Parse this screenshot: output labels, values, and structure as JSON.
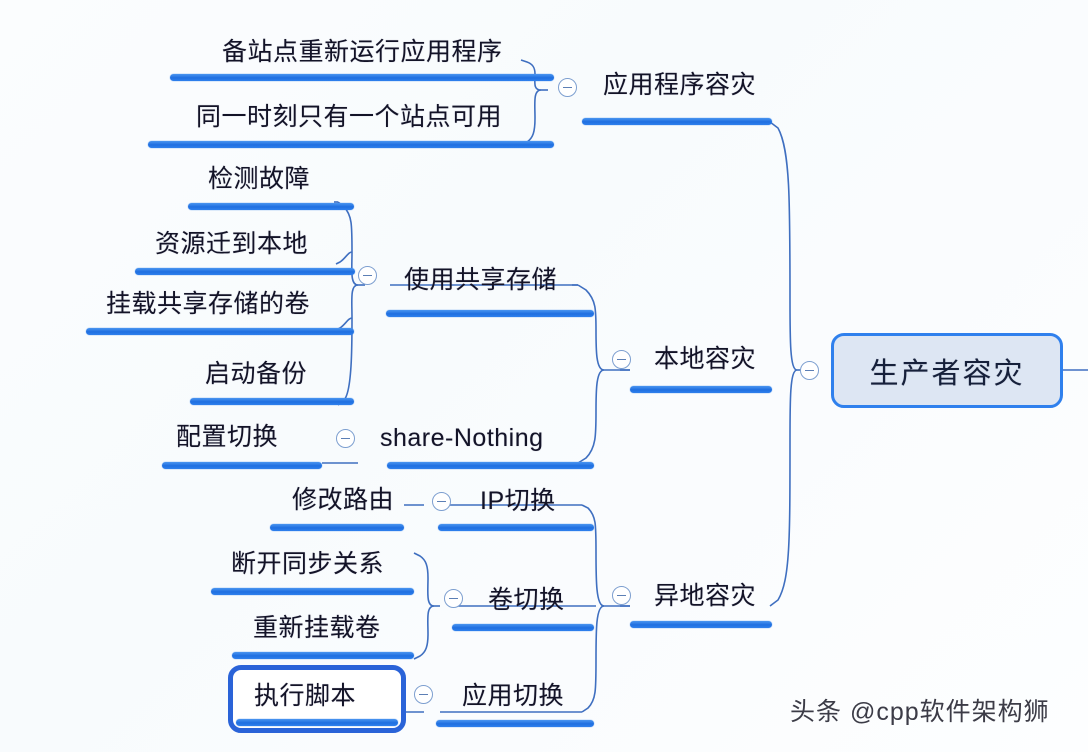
{
  "diagram": {
    "title": "生产者容灾",
    "type": "mind-map",
    "background_color": "#fafcfe",
    "accent_color": "#2f80ed",
    "root_fill": "#dde6f3",
    "root_border": "#2f80ed",
    "selected_border": "#2a63d8"
  },
  "root": {
    "label": "生产者容灾"
  },
  "branches": [
    {
      "id": "app-dr",
      "label": "应用程序容灾",
      "children": [
        {
          "label": "备站点重新运行应用程序"
        },
        {
          "label": "同一时刻只有一个站点可用"
        }
      ]
    },
    {
      "id": "local-dr",
      "label": "本地容灾",
      "children": [
        {
          "label": "使用共享存储",
          "children": [
            {
              "label": "检测故障"
            },
            {
              "label": "资源迁到本地"
            },
            {
              "label": "挂载共享存储的卷"
            },
            {
              "label": "启动备份"
            }
          ]
        },
        {
          "label": "share-Nothing",
          "children": [
            {
              "label": "配置切换"
            }
          ]
        }
      ]
    },
    {
      "id": "remote-dr",
      "label": "异地容灾",
      "children": [
        {
          "label": "IP切换",
          "children": [
            {
              "label": "修改路由"
            }
          ]
        },
        {
          "label": "卷切换",
          "children": [
            {
              "label": "断开同步关系"
            },
            {
              "label": "重新挂载卷"
            }
          ]
        },
        {
          "label": "应用切换",
          "children": [
            {
              "label": "执行脚本",
              "selected": true
            }
          ]
        }
      ]
    }
  ],
  "nodes": {
    "n_backup_site_rerun": "备站点重新运行应用程序",
    "n_single_site": "同一时刻只有一个站点可用",
    "n_app_dr": "应用程序容灾",
    "n_detect_fault": "检测故障",
    "n_migrate_local": "资源迁到本地",
    "n_mount_shared_vol": "挂载共享存储的卷",
    "n_start_backup": "启动备份",
    "n_shared_storage": "使用共享存储",
    "n_config_switch": "配置切换",
    "n_share_nothing": "share-Nothing",
    "n_local_dr": "本地容灾",
    "n_modify_route": "修改路由",
    "n_ip_switch": "IP切换",
    "n_break_sync": "断开同步关系",
    "n_remount_vol": "重新挂载卷",
    "n_vol_switch": "卷切换",
    "n_exec_script": "执行脚本",
    "n_app_switch": "应用切换",
    "n_remote_dr": "异地容灾",
    "root_label": "生产者容灾"
  },
  "watermark": {
    "text": "头条 @cpp软件架构狮"
  }
}
